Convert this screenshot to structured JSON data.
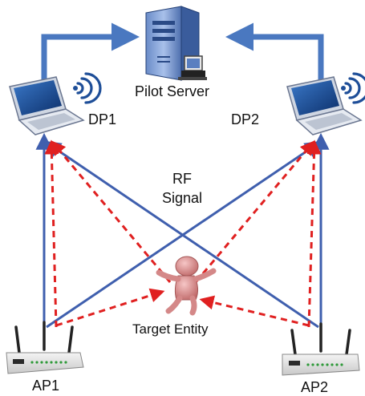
{
  "diagram": {
    "server_label": "Pilot Server",
    "dp1_label": "DP1",
    "dp2_label": "DP2",
    "rf_label_line1": "RF",
    "rf_label_line2": "Signal",
    "target_label": "Target Entity",
    "ap1_label": "AP1",
    "ap2_label": "AP2"
  },
  "colors": {
    "link_blue": "#4a78c0",
    "solid_signal_blue": "#3f5fae",
    "rf_dashed_red": "#e02020",
    "figure_pink": "#e8a0a0"
  }
}
